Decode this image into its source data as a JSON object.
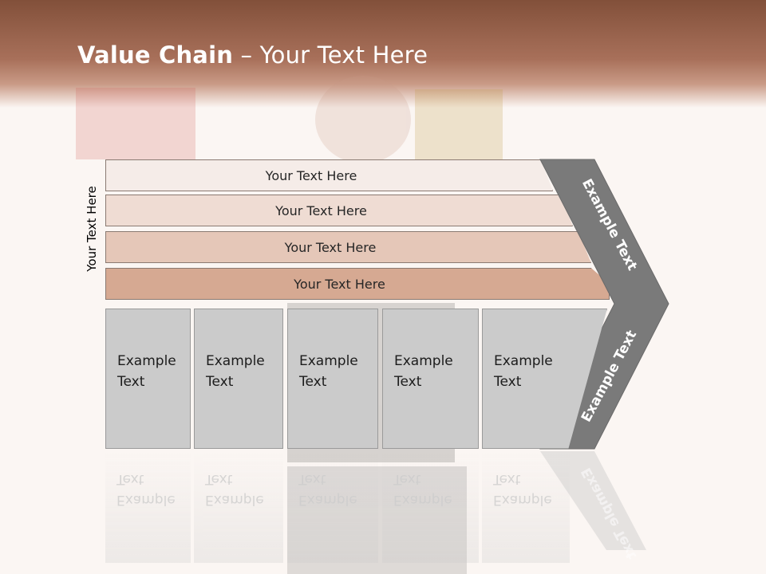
{
  "title": {
    "bold": "Value Chain",
    "rest": " – Your Text Here"
  },
  "side_label": "Your Text Here",
  "bars": [
    "Your Text Here",
    "Your Text Here",
    "Your Text Here",
    "Your Text Here"
  ],
  "columns": [
    {
      "line1": "Example",
      "line2": "Text"
    },
    {
      "line1": "Example",
      "line2": "Text"
    },
    {
      "line1": "Example",
      "line2": "Text"
    },
    {
      "line1": "Example",
      "line2": "Text"
    },
    {
      "line1": "Example",
      "line2": "Text"
    }
  ],
  "chevron": {
    "upper": "Example Text",
    "lower": "Example Text"
  },
  "colors": {
    "header": "#8a5640",
    "chevron": "#7a7a7a",
    "column": "#cbcbcb"
  }
}
